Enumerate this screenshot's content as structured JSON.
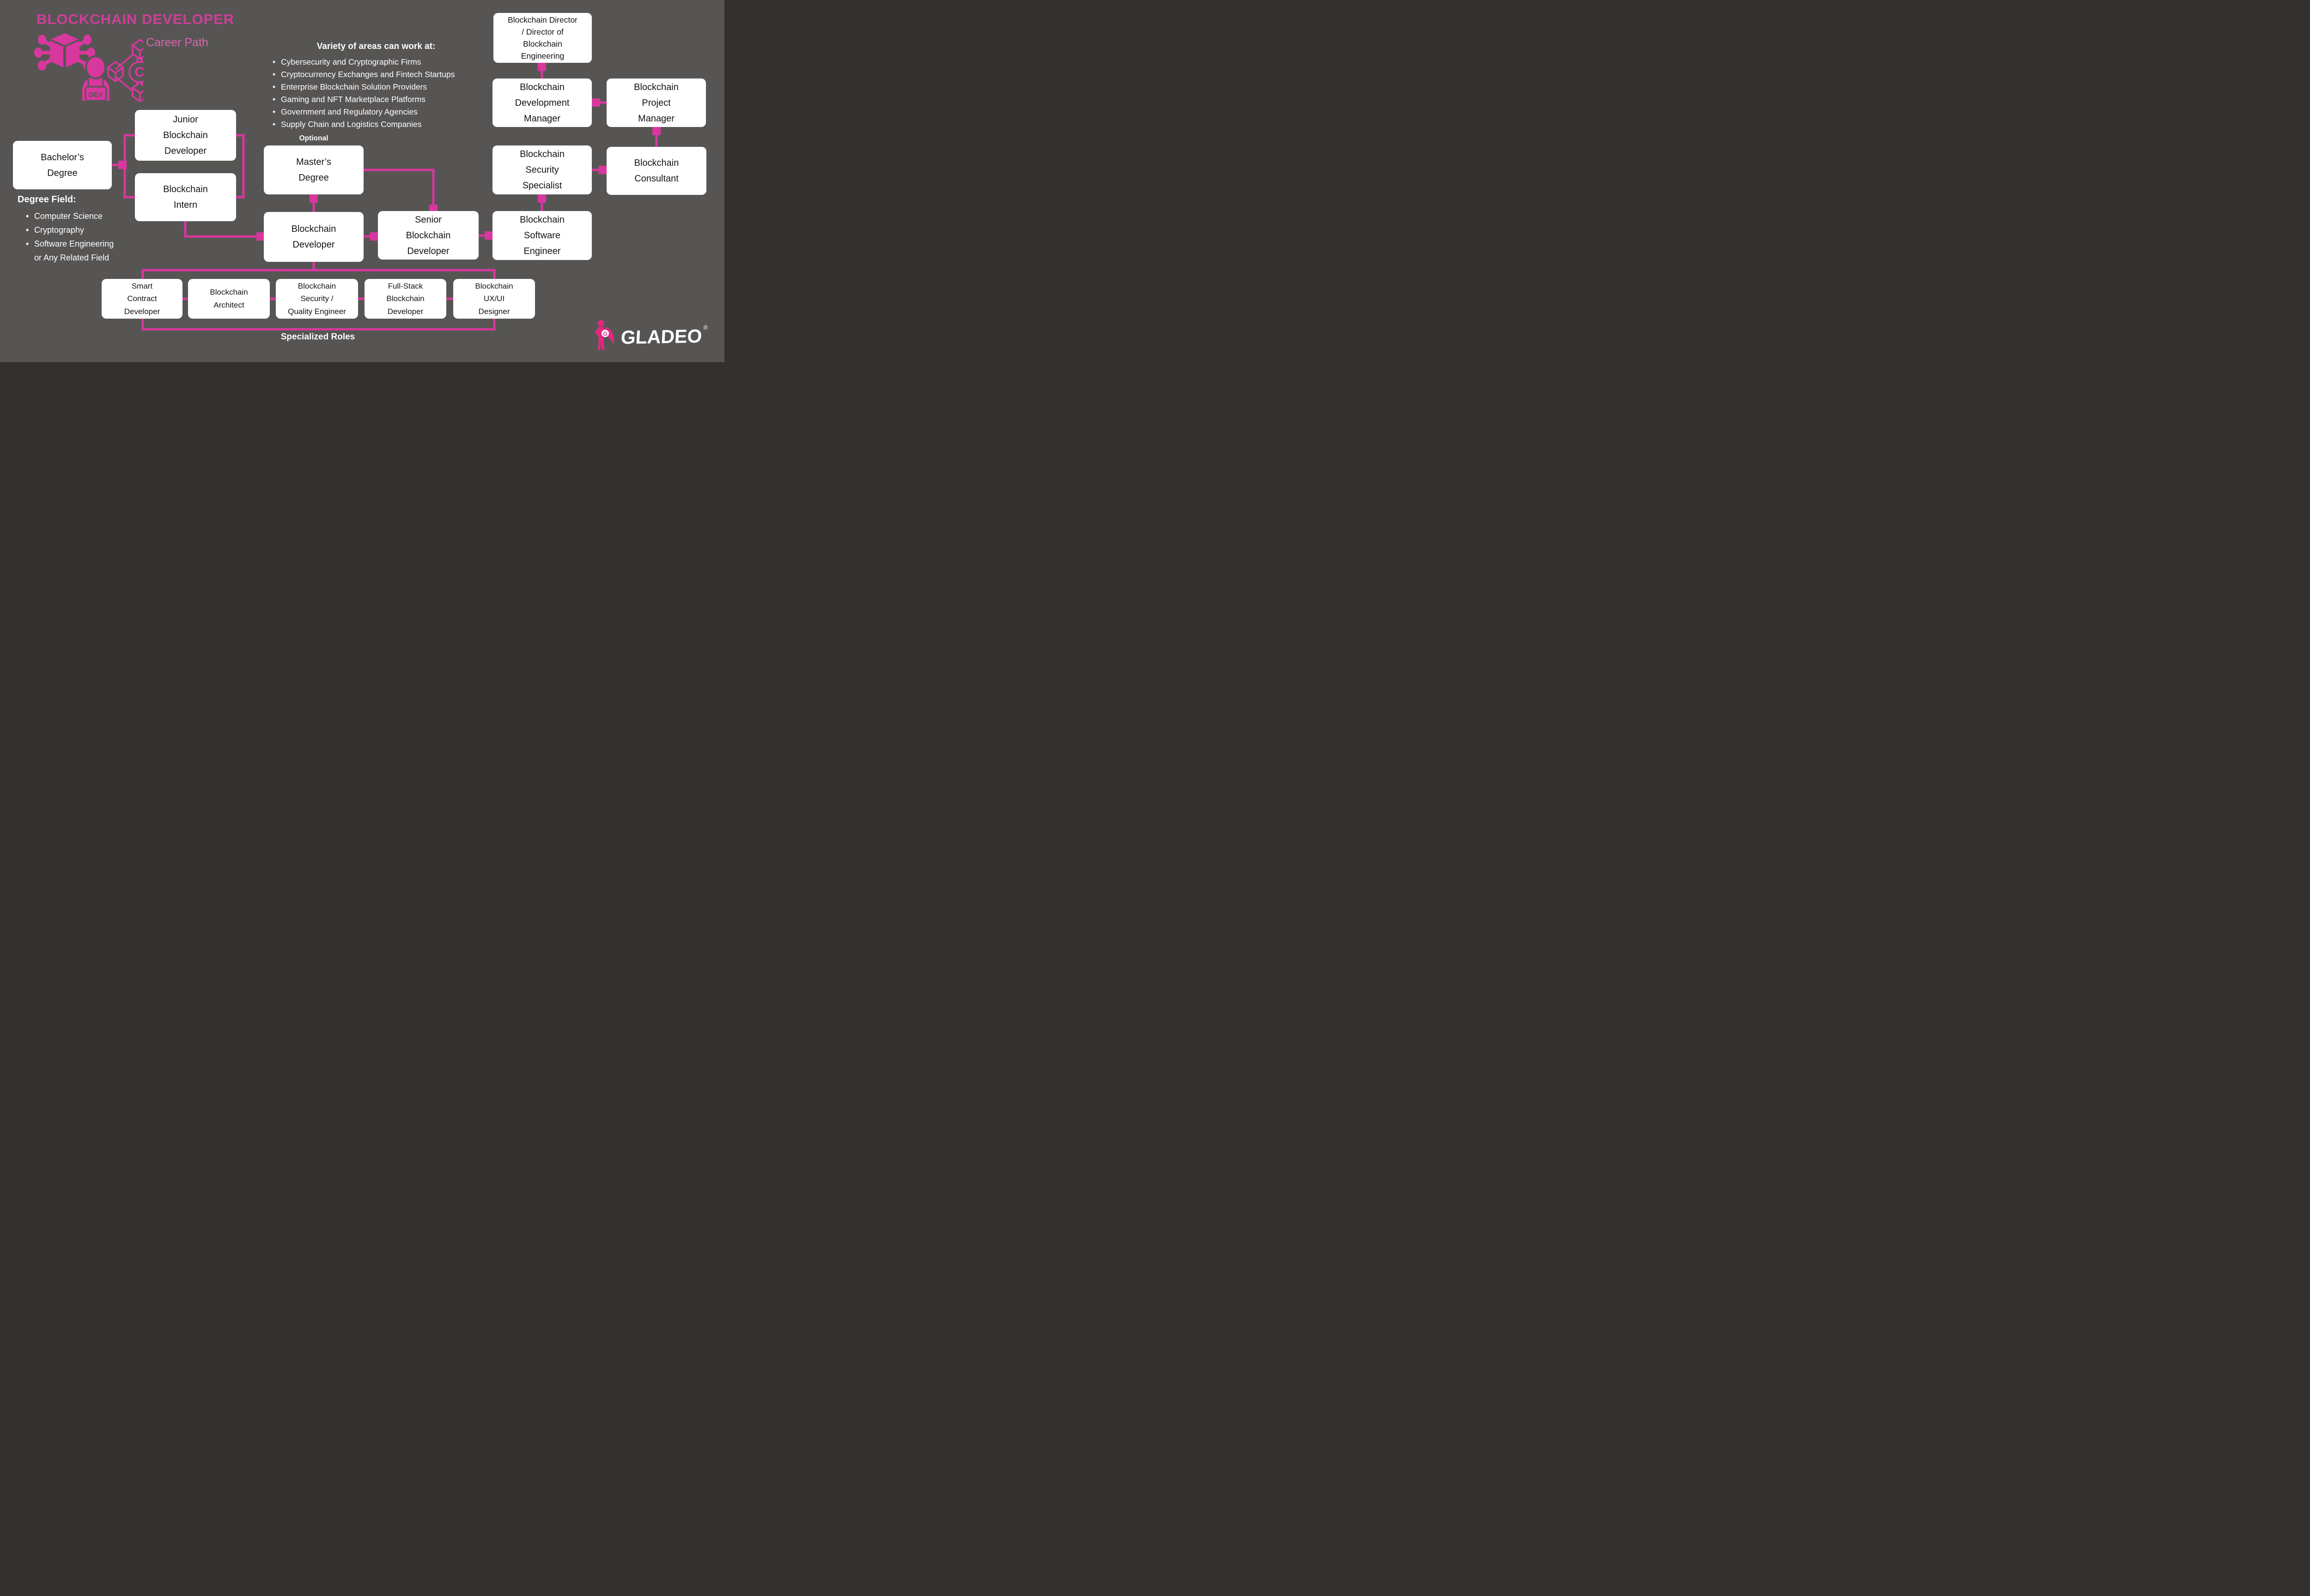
{
  "title": "BLOCKCHAIN DEVELOPER",
  "subtitle": "Career Path",
  "work_areas": {
    "heading": "Variety of areas can work at:",
    "items": [
      "Cybersecurity and Cryptographic Firms",
      "Cryptocurrency Exchanges and Fintech Startups",
      "Enterprise Blockchain Solution Providers",
      "Gaming and NFT Marketplace Platforms",
      "Government and Regulatory Agencies",
      "Supply Chain and Logistics Companies"
    ]
  },
  "degree_field": {
    "heading": "Degree Field:",
    "items": [
      "Computer Science",
      "Cryptography",
      "Software Engineering"
    ],
    "continuation": "or Any Related Field"
  },
  "labels": {
    "optional": "Optional",
    "specialized_roles": "Specialized Roles"
  },
  "boxes": {
    "bachelors_degree": {
      "label": "Bachelor’s\nDegree"
    },
    "junior_blockchain_developer": {
      "label": "Junior\nBlockchain\nDeveloper"
    },
    "blockchain_intern": {
      "label": "Blockchain\nIntern"
    },
    "masters_degree": {
      "label": "Master’s\nDegree"
    },
    "blockchain_developer": {
      "label": "Blockchain\nDeveloper"
    },
    "senior_blockchain_developer": {
      "label": "Senior\nBlockchain\nDeveloper"
    },
    "blockchain_software_engineer": {
      "label": "Blockchain\nSoftware\nEngineer"
    },
    "blockchain_security_specialist": {
      "label": "Blockchain\nSecurity\nSpecialist"
    },
    "blockchain_consultant": {
      "label": "Blockchain\nConsultant"
    },
    "blockchain_development_manager": {
      "label": "Blockchain\nDevelopment\nManager"
    },
    "blockchain_project_manager": {
      "label": "Blockchain\nProject\nManager"
    },
    "blockchain_director": {
      "label": "Blockchain Director\n/ Director of\nBlockchain\nEngineering"
    },
    "smart_contract_developer": {
      "label": "Smart\nContract\nDeveloper"
    },
    "blockchain_architect": {
      "label": "Blockchain\nArchitect"
    },
    "blockchain_security_quality_engineer": {
      "label": "Blockchain\nSecurity /\nQuality Engineer"
    },
    "fullstack_blockchain_developer": {
      "label": "Full-Stack\nBlockchain\nDeveloper"
    },
    "blockchain_uxui_designer": {
      "label": "Blockchain\nUX/UI\nDesigner"
    }
  },
  "icons": {
    "dev_badge": "DEV",
    "coin_letter": "C"
  },
  "logo": {
    "brand": "GLADEO",
    "registered": "®",
    "monogram": "G"
  },
  "colors": {
    "background": "#575554",
    "accent_pink": "#d8379e",
    "title_pink": "#ce3f99",
    "subtitle_pink": "#d765ae",
    "logo_pink": "#e6257f",
    "box_background": "#ffffff",
    "box_text": "#141414",
    "text_white": "#ffffff"
  }
}
